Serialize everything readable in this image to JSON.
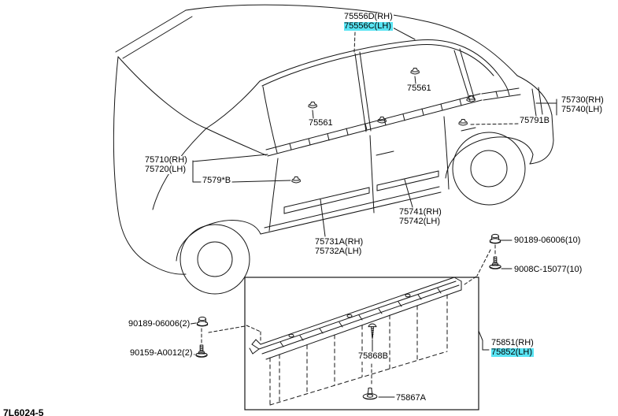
{
  "page": {
    "background": "#ffffff",
    "line_color": "#161616",
    "highlight_color": "#59e4f3",
    "highlight_style": "background-color:#59e4f3"
  },
  "footer": {
    "sheet_code": "7L6024-5"
  },
  "callouts": {
    "roof_drip_side_moulding": {
      "rh": "75556D(RH)",
      "lh": "75556C(LH)",
      "lh_highlighted": true
    },
    "roof_drip_clip_rear": "75561",
    "roof_drip_clip_front": "75561",
    "quarter_belt_moulding": {
      "rh": "75730(RH)",
      "lh": "75740(LH)"
    },
    "quarter_belt_clip": "75791B",
    "front_door_belt_moulding": {
      "rh": "75710(RH)",
      "lh": "75720(LH)"
    },
    "belt_moulding_clip": "7579*B",
    "rear_door_outside_moulding": {
      "rh": "75741(RH)",
      "lh": "75742(LH)"
    },
    "front_door_outside_moulding": {
      "rh": "75731A(RH)",
      "lh": "75732A(LH)"
    },
    "grommet_screw_upper": "90189-06006(10)",
    "screw_upper": "9008C-15077(10)",
    "grommet_screw_lower": "90189-06006(2)",
    "screw_lower": "90159-A0012(2)",
    "rocker_moulding_screw": "75868B",
    "rocker_moulding_clip": "75867A",
    "rocker_panel_moulding": {
      "rh": "75851(RH)",
      "lh": "75852(LH)",
      "lh_highlighted": true
    }
  },
  "icons": {
    "retainer_clip": "clip-icon",
    "screw_grommet": "grommet-icon",
    "stud_screw": "screw-icon",
    "pan_screw": "pan-screw-icon",
    "push_clip": "push-clip-icon"
  }
}
